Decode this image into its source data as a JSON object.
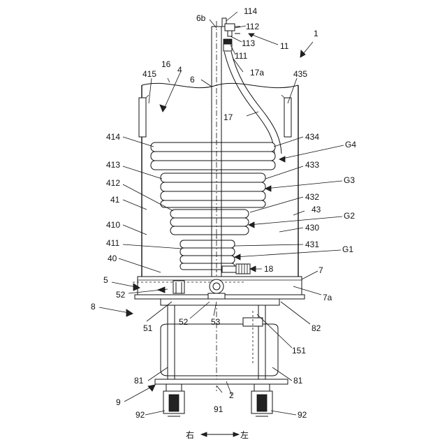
{
  "diagram": {
    "labels": {
      "l1": "1",
      "l4": "4",
      "l6": "6",
      "l6b": "6b",
      "l11": "11",
      "l16": "16",
      "l17": "17",
      "l17a": "17a",
      "l111": "111",
      "l112": "112",
      "l113": "113",
      "l114": "114",
      "l415": "415",
      "l435": "435",
      "l414": "414",
      "l434": "434",
      "lG4": "G4",
      "l413": "413",
      "l433": "433",
      "lG3": "G3",
      "l412": "412",
      "l432": "432",
      "l41": "41",
      "l43": "43",
      "lG2": "G2",
      "l410": "410",
      "l430": "430",
      "l411": "411",
      "l431": "431",
      "lG1": "G1",
      "l40": "40",
      "l18": "18",
      "l7": "7",
      "l5": "5",
      "l52a": "52",
      "l7a": "7a",
      "l8": "8",
      "l51": "51",
      "l52b": "52",
      "l53": "53",
      "l82": "82",
      "l151": "151",
      "l81a": "81",
      "l81b": "81",
      "l2": "2",
      "l9": "9",
      "l91": "91",
      "l92a": "92",
      "l92b": "92"
    },
    "direction": {
      "right": "右",
      "left": "左"
    }
  }
}
